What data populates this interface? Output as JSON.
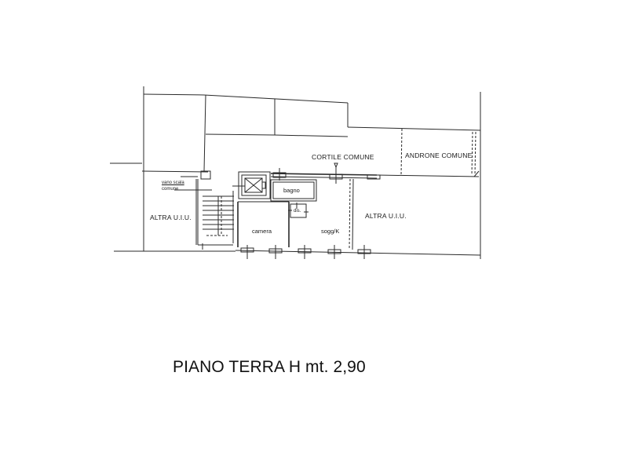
{
  "plan": {
    "caption": "PIANO TERRA H mt. 2,90",
    "rooms": {
      "cortile_comune": "CORTILE COMUNE",
      "androne_comune": "ANDRONE COMUNE",
      "altra_uiu_left": "ALTRA U.I.U.",
      "altra_uiu_right": "ALTRA U.I.U.",
      "vano_scala_line1": "vano scala",
      "vano_scala_line2": "comune",
      "bagno": "bagno",
      "dis": "dis.",
      "camera": "camera",
      "sogg_k": "sogg/K"
    },
    "colors": {
      "line": "#2a2a2a",
      "background": "#ffffff",
      "text": "#1a1a1a"
    }
  }
}
